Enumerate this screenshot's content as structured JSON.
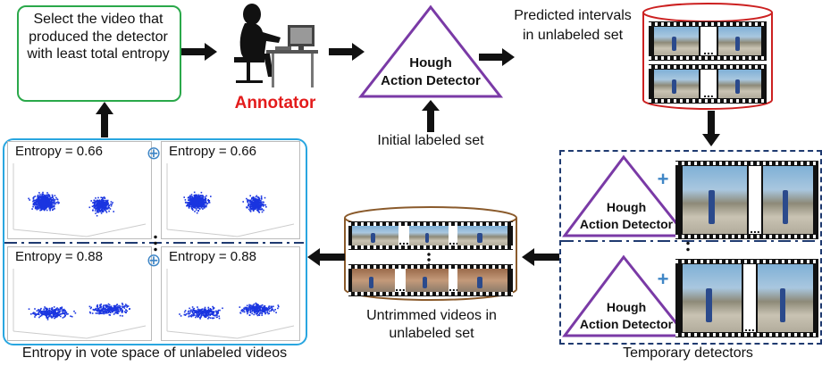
{
  "select_box": {
    "text": "Select the video that produced the detector with least total entropy"
  },
  "annotator_label": "Annotator",
  "hough_top": {
    "line1": "Hough",
    "line2": "Action Detector"
  },
  "initial_labeled_set": "Initial labeled set",
  "predicted_intervals": {
    "line1": "Predicted intervals",
    "line2": "in unlabeled set"
  },
  "entropy_panel": {
    "plots": [
      {
        "label": "Entropy = 0.66"
      },
      {
        "label": "Entropy = 0.66"
      },
      {
        "label": "Entropy = 0.88"
      },
      {
        "label": "Entropy = 0.88"
      }
    ],
    "caption": "Entropy in vote space of unlabeled videos",
    "oplus": "⊕"
  },
  "untrimmed": {
    "line1": "Untrimmed videos in",
    "line2": "unlabeled set"
  },
  "temporary": {
    "detectors": [
      {
        "line1": "Hough",
        "line2": "Action Detector"
      },
      {
        "line1": "Hough",
        "line2": "Action Detector"
      }
    ],
    "plus": "+",
    "caption": "Temporary detectors"
  },
  "ellipsis": "...",
  "colors": {
    "green": "#2aa84a",
    "purple": "#7a3aa6",
    "red": "#e31b1b",
    "blue": "#29a6e0",
    "navy": "#1f3a70",
    "plus": "#3f86c6",
    "scatter": "#1a35e0",
    "cylinder_red": "#cc2020",
    "cylinder_brown": "#8a5a2b"
  }
}
